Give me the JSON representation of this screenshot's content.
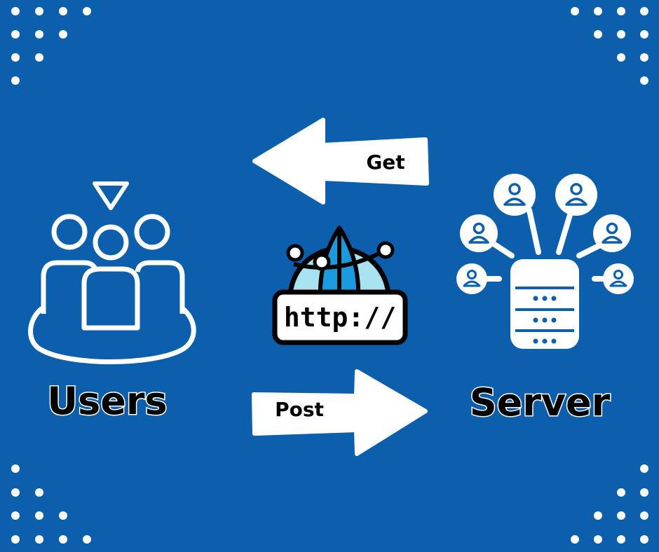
{
  "background_color": "#0b5fad",
  "foreground_color": "#ffffff",
  "outline_color": "#000000",
  "globe_light_color": "#a8e2f0",
  "globe_dark_color": "#1a9be0",
  "labels": {
    "users": "Users",
    "server": "Server",
    "get_arrow": "Get",
    "post_arrow": "Post",
    "http_badge": "http://"
  },
  "icons": {
    "users_group": "users-group-icon",
    "selection_marker": "triangle-down-icon",
    "globe": "globe-icon",
    "database": "database-server-icon",
    "connected_user": "user-avatar-icon"
  }
}
